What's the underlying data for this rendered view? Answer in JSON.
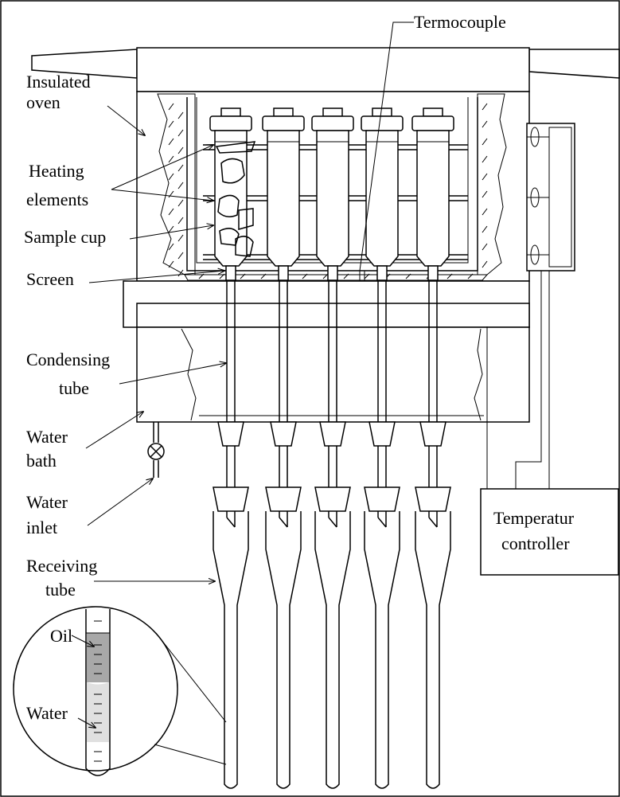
{
  "labels": {
    "insulated_oven": [
      "Insulated",
      "oven"
    ],
    "heating_elements": [
      "Heating",
      "elements"
    ],
    "sample_cup": "Sample cup",
    "screen": "Screen",
    "condensing_tube": [
      "Condensing",
      "tube"
    ],
    "water_bath": [
      "Water",
      "bath"
    ],
    "water_inlet": [
      "Water",
      "inlet"
    ],
    "receiving_tube": [
      "Receiving",
      "tube"
    ],
    "termocouple": "Termocouple",
    "temperature_controller": [
      "Temperatur",
      "controller"
    ],
    "oil": "Oil",
    "water": "Water"
  },
  "colors": {
    "line": "#000000",
    "oil_fill": "#a8a8a8",
    "water_fill": "#e0e0e0",
    "background": "#ffffff"
  }
}
